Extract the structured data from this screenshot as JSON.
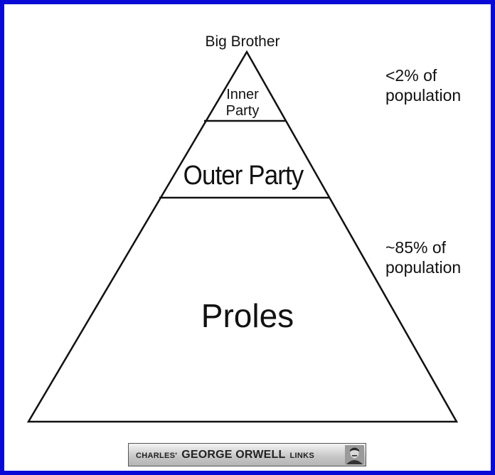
{
  "diagram": {
    "apex_label": "Big Brother",
    "levels": [
      {
        "label": "Inner Party"
      },
      {
        "label": "Outer Party"
      },
      {
        "label": "Proles"
      }
    ],
    "notes": [
      {
        "text": "<2% of population"
      },
      {
        "text": "~85% of population"
      }
    ]
  },
  "banner": {
    "prefix": "CHARLES'",
    "title": "GEORGE ORWELL",
    "suffix": "LINKS",
    "portrait_icon": "portrait-icon"
  },
  "colors": {
    "frame": "#0a0ad6",
    "background": "#ffffff",
    "lines": "#111111"
  }
}
